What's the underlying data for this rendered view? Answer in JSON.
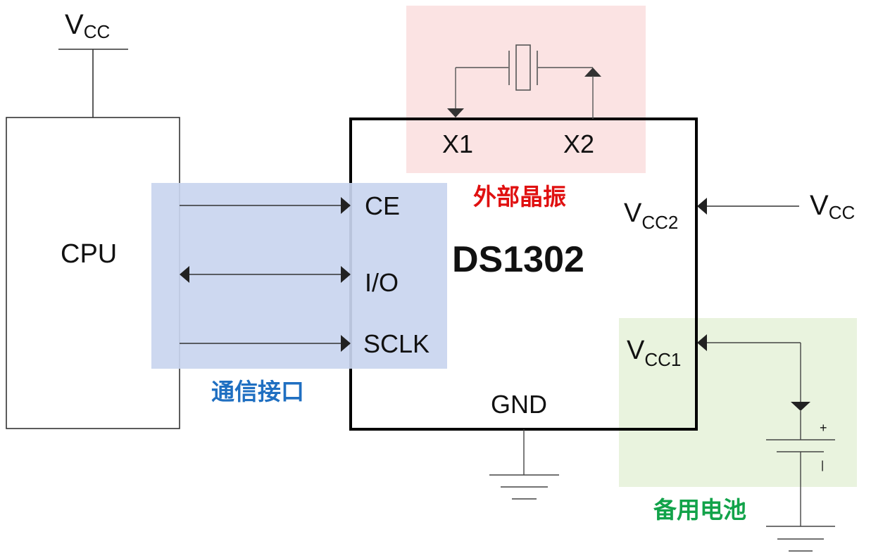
{
  "colors": {
    "interface_region": "#c9d5ef",
    "crystal_region": "#fbe3e3",
    "battery_region": "#e9f3de",
    "interface_label": "#1f6fc1",
    "crystal_label": "#e01010",
    "battery_label": "#12a34a",
    "line": "#333333",
    "chip_border": "#000000"
  },
  "cpu": {
    "label": "CPU",
    "vcc_main": "V",
    "vcc_sub": "CC"
  },
  "chip": {
    "name": "DS1302",
    "pins": {
      "x1": "X1",
      "x2": "X2",
      "ce": "CE",
      "io": "I/O",
      "sclk": "SCLK",
      "vcc2_main": "V",
      "vcc2_sub": "CC2",
      "vcc1_main": "V",
      "vcc1_sub": "CC1",
      "gnd": "GND"
    }
  },
  "supply": {
    "vcc_main": "V",
    "vcc_sub": "CC"
  },
  "battery": {
    "plus": "+",
    "minus": "|"
  },
  "regions": {
    "interface": "通信接口",
    "crystal": "外部晶振",
    "battery": "备用电池"
  }
}
